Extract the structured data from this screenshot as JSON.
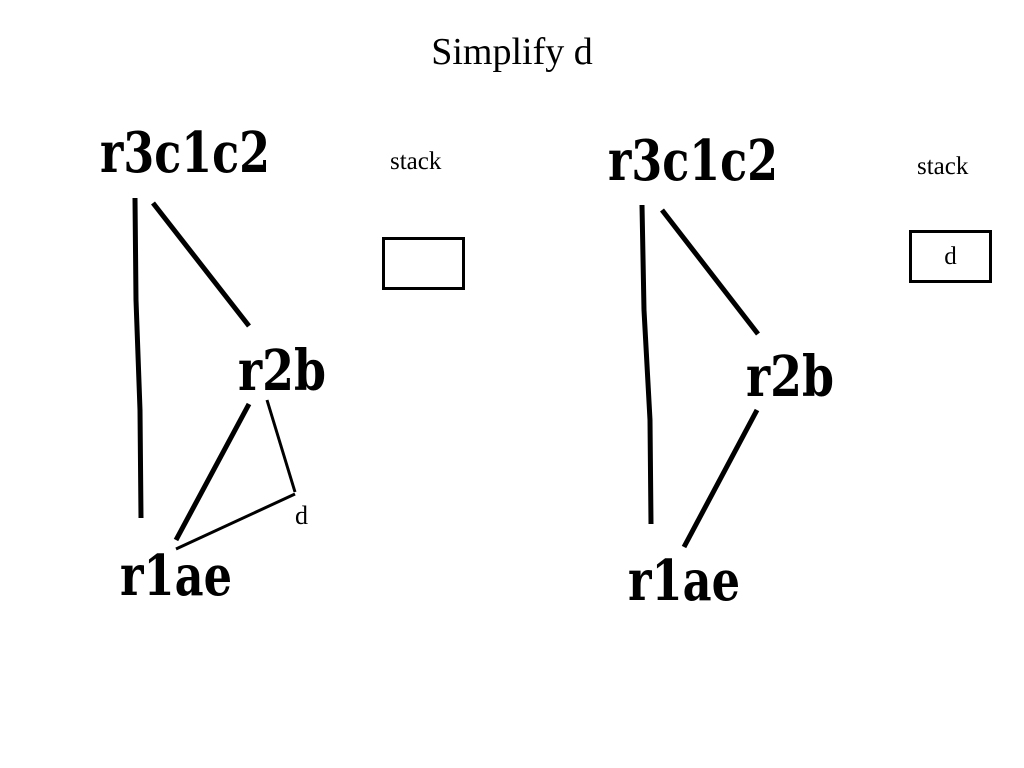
{
  "title": "Simplify d",
  "graphs": [
    {
      "nodes": {
        "top": "r3c1c2",
        "mid": "r2b",
        "bottom": "r1ae",
        "removed": "d"
      },
      "stack": {
        "label": "stack",
        "items": []
      }
    },
    {
      "nodes": {
        "top": "r3c1c2",
        "mid": "r2b",
        "bottom": "r1ae"
      },
      "stack": {
        "label": "stack",
        "items": [
          "d"
        ]
      }
    }
  ]
}
